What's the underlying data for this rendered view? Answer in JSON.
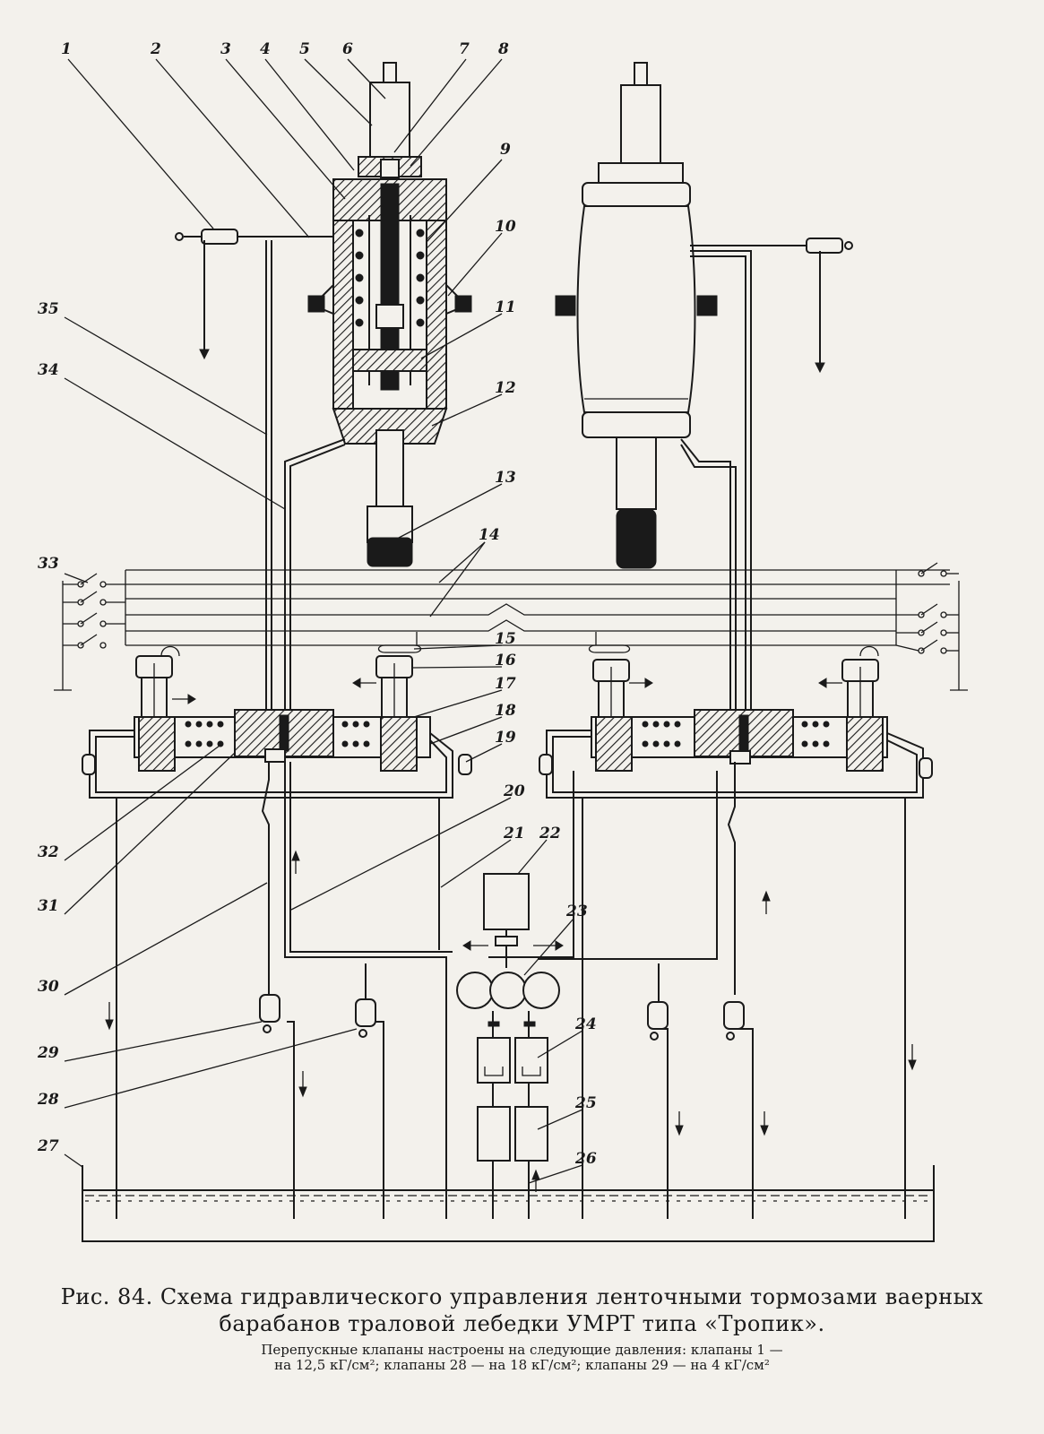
{
  "labels": {
    "n1": "1",
    "n2": "2",
    "n3": "3",
    "n4": "4",
    "n5": "5",
    "n6": "6",
    "n7": "7",
    "n8": "8",
    "n9": "9",
    "n10": "10",
    "n11": "11",
    "n12": "12",
    "n13": "13",
    "n14": "14",
    "n15": "15",
    "n16": "16",
    "n17": "17",
    "n18": "18",
    "n19": "19",
    "n20": "20",
    "n21": "21",
    "n22": "22",
    "n23": "23",
    "n24": "24",
    "n25": "25",
    "n26": "26",
    "n27": "27",
    "n28": "28",
    "n29": "29",
    "n30": "30",
    "n31": "31",
    "n32": "32",
    "n33": "33",
    "n34": "34",
    "n35": "35"
  },
  "caption": {
    "title_line1": "Рис. 84. Схема гидравлического управления ленточными тормозами ваерных",
    "title_line2": "барабанов траловой лебедки УМРТ типа «Тропик».",
    "note_line1": "Перепускные клапаны настроены на следующие давления: клапаны 1 —",
    "note_line2": "на 12,5 кГ/см²; клапаны 28 — на 18 кГ/см²; клапаны 29 — на 4 кГ/см²"
  }
}
